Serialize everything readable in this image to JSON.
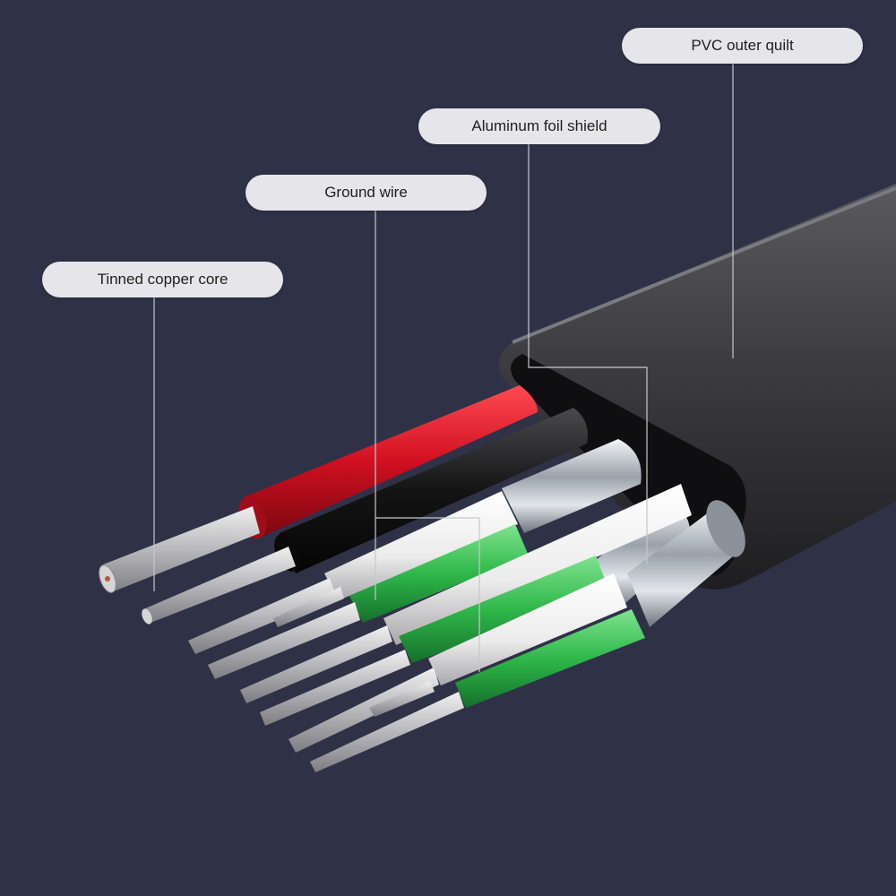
{
  "callouts": {
    "pvc_outer": "PVC outer quilt",
    "aluminum_foil": "Aluminum foil shield",
    "ground_wire": "Ground wire",
    "tinned_copper": "Tinned copper core"
  },
  "colors": {
    "background": "#2f3247",
    "jacket": "#3c3c40",
    "red_insulation": "#d01020",
    "black_insulation": "#141414",
    "white_insulation": "#f2f2f2",
    "green_insulation": "#2fb84a",
    "foil": "#cfd3d8",
    "copper_strands": "#c8c8c8",
    "label_bg": "#e6e6ea",
    "leader_line": "#c8c8c8"
  }
}
